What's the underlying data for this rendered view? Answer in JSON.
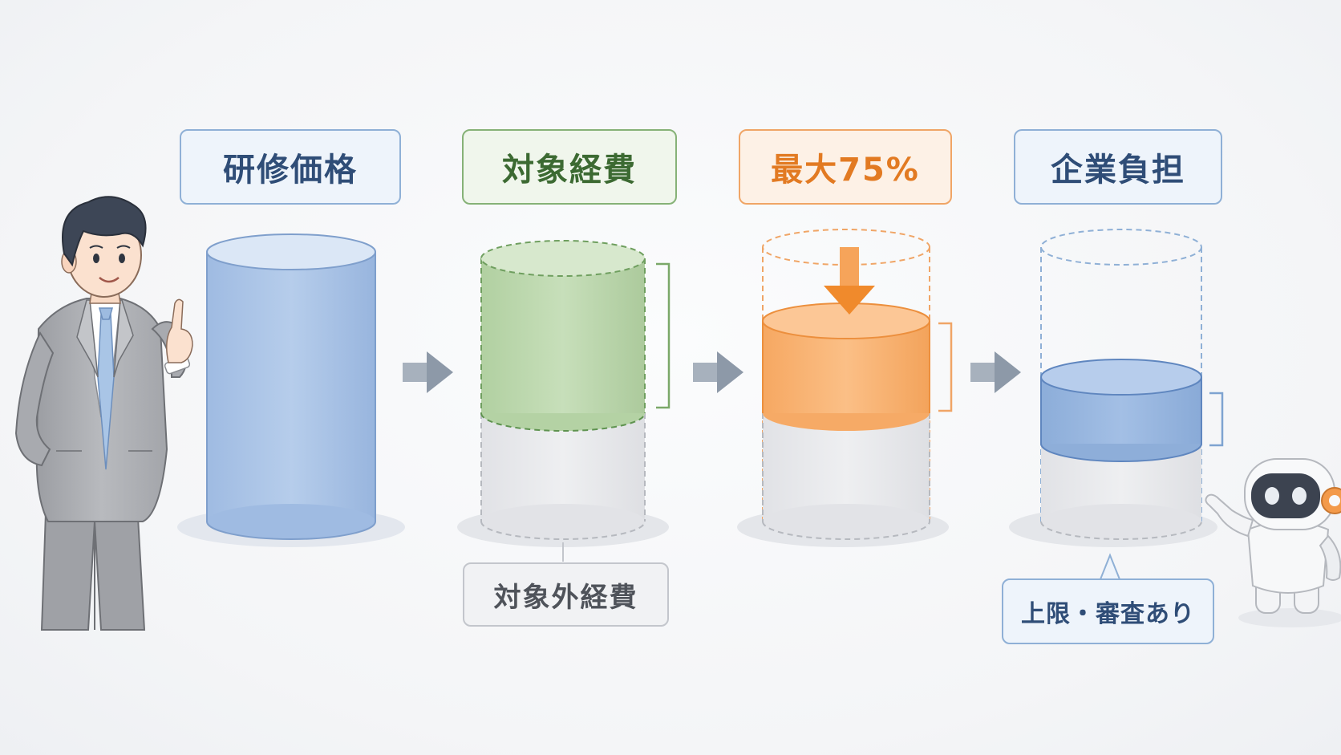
{
  "labels": {
    "training_price": "研修価格",
    "eligible_expenses": "対象経費",
    "max_rate": "最大75%",
    "company_burden": "企業負担",
    "ineligible_expenses": "対象外経費",
    "cap_and_review": "上限・審査あり"
  },
  "colors": {
    "blue_fill": "#a9c3e6",
    "green_fill": "#bcd8ad",
    "orange_fill": "#f9b474",
    "gray_fill": "#e6e7ea",
    "accent_orange": "#f08a2c",
    "arrow_gray": "#8d99a8"
  },
  "icons": {
    "presenter": "businessman-pointing-illustration",
    "assistant": "robot-assistant-illustration",
    "flow_arrow": "right-arrow-icon",
    "reduction_arrow": "down-arrow-icon"
  }
}
